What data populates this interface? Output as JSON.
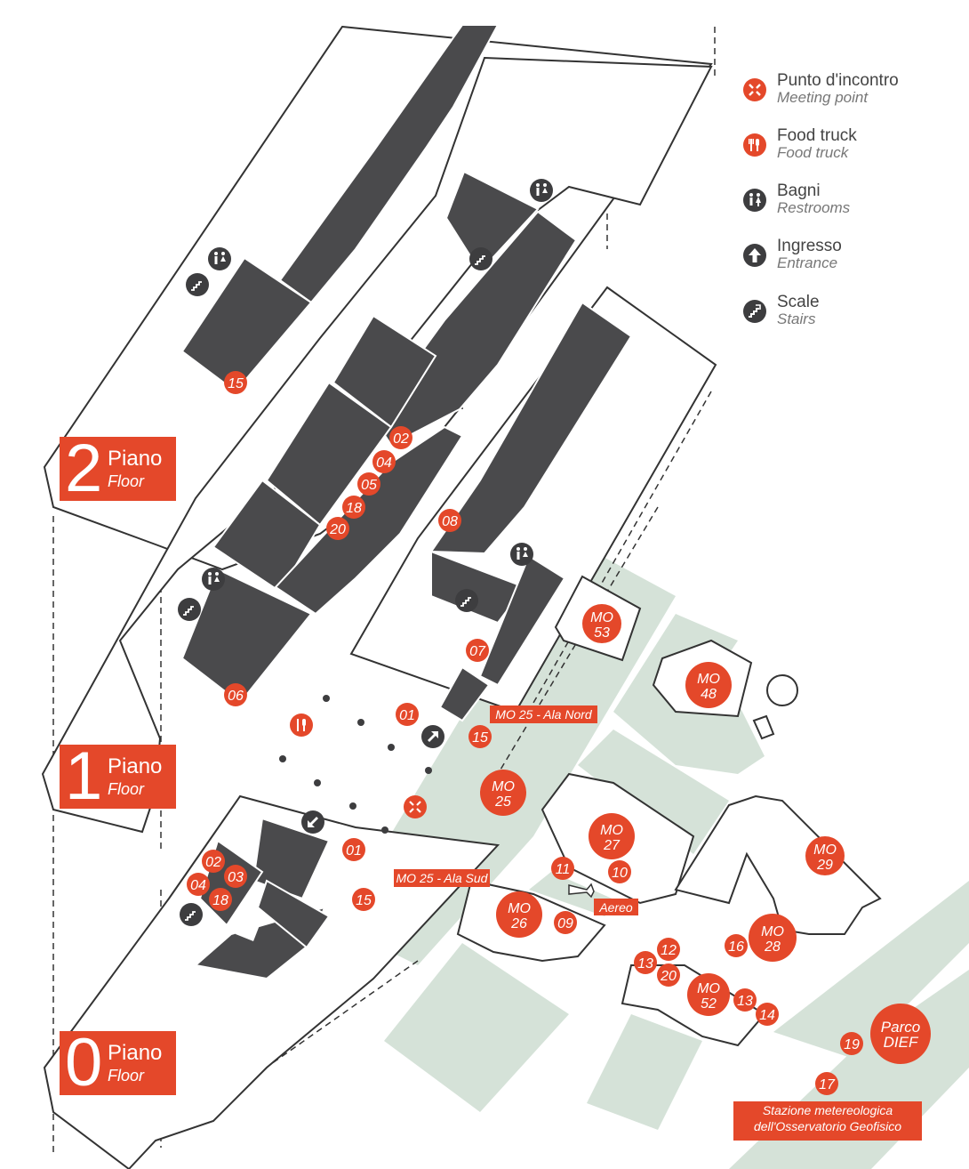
{
  "legend": [
    {
      "icon": "meeting-point-icon",
      "label": "Punto d'incontro",
      "sublabel": "Meeting point",
      "color": "#e4482a"
    },
    {
      "icon": "food-truck-icon",
      "label": "Food truck",
      "sublabel": "Food truck",
      "color": "#e4482a"
    },
    {
      "icon": "restrooms-icon",
      "label": "Bagni",
      "sublabel": "Restrooms",
      "color": "#3d3d3f"
    },
    {
      "icon": "entrance-icon",
      "label": "Ingresso",
      "sublabel": "Entrance",
      "color": "#3d3d3f"
    },
    {
      "icon": "stairs-icon",
      "label": "Scale",
      "sublabel": "Stairs",
      "color": "#3d3d3f"
    }
  ],
  "floors": [
    {
      "number": "2",
      "label": "Piano",
      "sublabel": "Floor"
    },
    {
      "number": "1",
      "label": "Piano",
      "sublabel": "Floor"
    },
    {
      "number": "0",
      "label": "Piano",
      "sublabel": "Floor"
    }
  ],
  "room_markers": [
    "15",
    "02",
    "04",
    "05",
    "18",
    "20",
    "08",
    "07",
    "06",
    "01",
    "15",
    "01",
    "02",
    "03",
    "04",
    "18",
    "15",
    "11",
    "10",
    "09",
    "12",
    "13",
    "20",
    "16",
    "13",
    "14",
    "19",
    "17"
  ],
  "buildings": [
    {
      "line1": "MO",
      "line2": "53"
    },
    {
      "line1": "MO",
      "line2": "48"
    },
    {
      "line1": "MO",
      "line2": "25"
    },
    {
      "line1": "MO",
      "line2": "27"
    },
    {
      "line1": "MO",
      "line2": "29"
    },
    {
      "line1": "MO",
      "line2": "26"
    },
    {
      "line1": "MO",
      "line2": "28"
    },
    {
      "line1": "MO",
      "line2": "52"
    },
    {
      "line1": "Parco",
      "line2": "DIEF"
    }
  ],
  "labels": {
    "ala_nord": "MO 25 - Ala Nord",
    "ala_sud": "MO 25 - Ala Sud",
    "aereo": "Aereo",
    "stazione_line1": "Stazione metereologica",
    "stazione_line2": "dell'Osservatorio Geofisico"
  },
  "colors": {
    "accent": "#e4482a",
    "dark": "#3d3d3f",
    "green": "#d5e2d8"
  }
}
